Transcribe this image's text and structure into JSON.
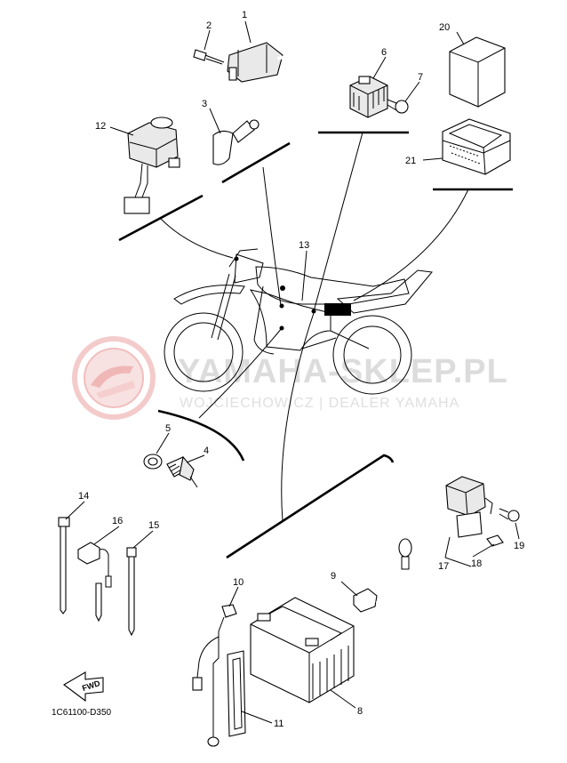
{
  "watermark": {
    "main": "YAMAHA-SKLEP.PL",
    "sub": "WOJCIECHOWICZ | DEALER YAMAHA"
  },
  "diagram_code": "1C61100-D350",
  "fwd_label": "FWD",
  "callouts": [
    "1",
    "2",
    "3",
    "4",
    "5",
    "6",
    "7",
    "8",
    "9",
    "10",
    "11",
    "12",
    "13",
    "14",
    "15",
    "16",
    "17",
    "18",
    "19",
    "20",
    "21"
  ],
  "colors": {
    "line": "#000000",
    "watermark_logo": "#f2c4c4",
    "watermark_text": "#d9d9d9"
  }
}
